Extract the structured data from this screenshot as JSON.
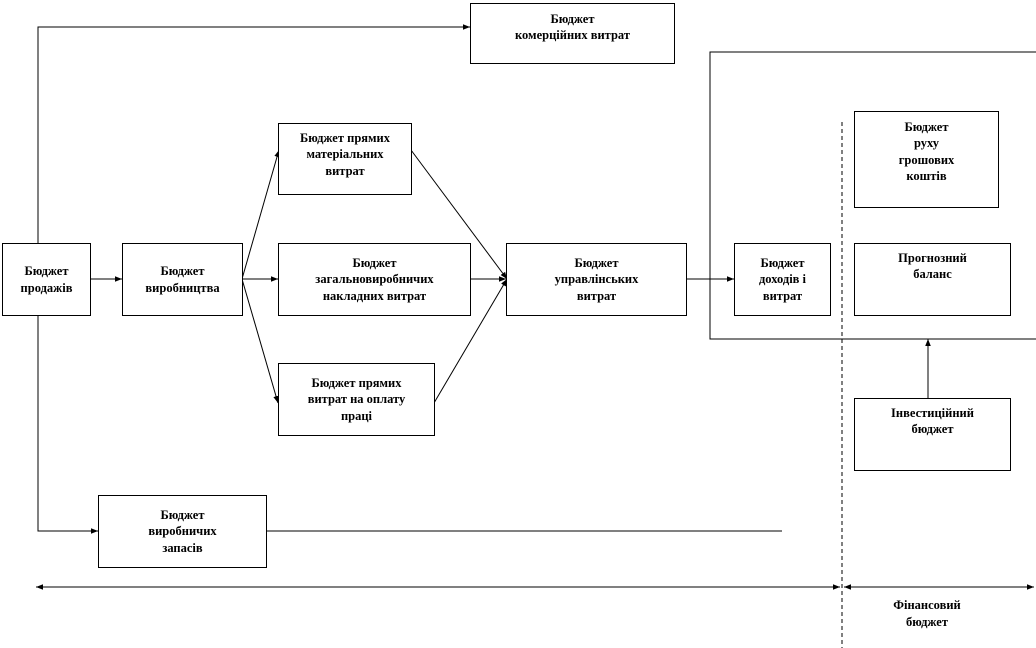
{
  "boxes": {
    "sales": "Бюджет\nпродажів",
    "production": "Бюджет\nвиробництва",
    "commercial": "Бюджет\nкомерційних витрат",
    "direct_materials": "Бюджет прямих\nматеріальних\nвитрат",
    "overhead": "Бюджет\nзагальновиробничих\nнакладних витрат",
    "direct_labor": "Бюджет прямих\nвитрат на оплату\nпраці",
    "management": "Бюджет\nуправлінських\nвитрат",
    "income": "Бюджет\nдоходів і\nвитрат",
    "cash_flow": "Бюджет\nруху\nгрошових\nкоштів",
    "forecast_balance": "Прогнозний\nбаланс",
    "investment": "Інвестиційний\nбюджет",
    "inventory": "Бюджет\nвиробничих\nзапасів"
  },
  "labels": {
    "financial_budget": "Фінансовий\nбюджет"
  }
}
